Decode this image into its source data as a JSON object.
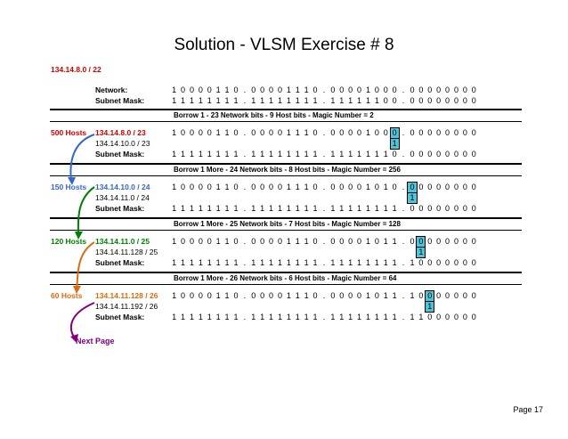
{
  "title": "Solution - VLSM Exercise # 8",
  "network_address": "134.14.8.0 / 22",
  "network": {
    "label": "Network:",
    "bits": "1 0 0 0 0 1 1 0 . 0 0 0 0 1 1 1 0 . 0 0 0 0 1 0 0 0 . 0 0 0 0 0 0 0 0"
  },
  "subnet": {
    "label": "Subnet Mask:",
    "bits": "1 1 1 1 1 1 1 1 . 1 1 1 1 1 1 1 1 . 1 1 1 1 1 1 0 0 . 0 0 0 0 0 0 0 0"
  },
  "sections": [
    {
      "borrow": "Borrow 1 - 23 Network bits - 9 Host bits - Magic Number = 2",
      "hosts": "500 Hosts",
      "subnet1": "134.14.8.0 / 23",
      "subnet2": "134.14.10.0 / 23",
      "mask_label": "Subnet Mask:",
      "addr_bits": "1 0 0 0 0 1 1 0 . 0 0 0 0 1 1 1 0 . 0 0 0 0 1 0 0 0 . 0 0 0 0 0 0 0 0",
      "highlight_index": 23,
      "below": "1",
      "mask_bits": "1 1 1 1 1 1 1 1 . 1 1 1 1 1 1 1 1 . 1 1 1 1 1 1 1 0 . 0 0 0 0 0 0 0 0",
      "color": "#cc0000"
    },
    {
      "borrow": "Borrow 1 More - 24 Network bits - 8 Host bits - Magic Number = 256",
      "hosts": "150 Hosts",
      "subnet1": "134.14.10.0 / 24",
      "subnet2": "134.14.11.0 / 24",
      "mask_label": "Subnet Mask:",
      "addr_bits": "1 0 0 0 0 1 1 0 . 0 0 0 0 1 1 1 0 . 0 0 0 0 1 0 1 0 . 0 0 0 0 0 0 0 0",
      "highlight_index": 24,
      "below": "1",
      "mask_bits": "1 1 1 1 1 1 1 1 . 1 1 1 1 1 1 1 1 . 1 1 1 1 1 1 1 1 . 0 0 0 0 0 0 0 0",
      "color": "#3366cc"
    },
    {
      "borrow": "Borrow 1 More - 25 Network bits - 7 Host bits - Magic Number = 128",
      "hosts": "120 Hosts",
      "subnet1": "134.14.11.0 / 25",
      "subnet2": "134.14.11.128 / 25",
      "mask_label": "Subnet Mask:",
      "addr_bits": "1 0 0 0 0 1 1 0 . 0 0 0 0 1 1 1 0 . 0 0 0 0 1 0 1 1 . 0 0 0 0 0 0 0 0",
      "highlight_index": 25,
      "below": "1",
      "mask_bits": "1 1 1 1 1 1 1 1 . 1 1 1 1 1 1 1 1 . 1 1 1 1 1 1 1 1 . 1 0 0 0 0 0 0 0",
      "color": "#008000"
    },
    {
      "borrow": "Borrow 1 More - 26 Network bits - 6 Host bits - Magic Number = 64",
      "hosts": "60 Hosts",
      "subnet1": "134.14.11.128 / 26",
      "subnet2": "134.14.11.192 / 26",
      "mask_label": "Subnet Mask:",
      "addr_bits": "1 0 0 0 0 1 1 0 . 0 0 0 0 1 1 1 0 . 0 0 0 0 1 0 1 1 . 1 0 0 0 0 0 0 0",
      "highlight_index": 26,
      "below": "1",
      "mask_bits": "1 1 1 1 1 1 1 1 . 1 1 1 1 1 1 1 1 . 1 1 1 1 1 1 1 1 . 1 1 0 0 0 0 0 0",
      "color": "#e06a0f"
    }
  ],
  "next_page": "Next Page",
  "page_number": "Page 17",
  "colors": {
    "highlight": "#4fc4d8",
    "arrow_blue": "#3366cc",
    "arrow_green": "#008000",
    "arrow_orange": "#e06a0f",
    "arrow_purple": "#800080"
  }
}
